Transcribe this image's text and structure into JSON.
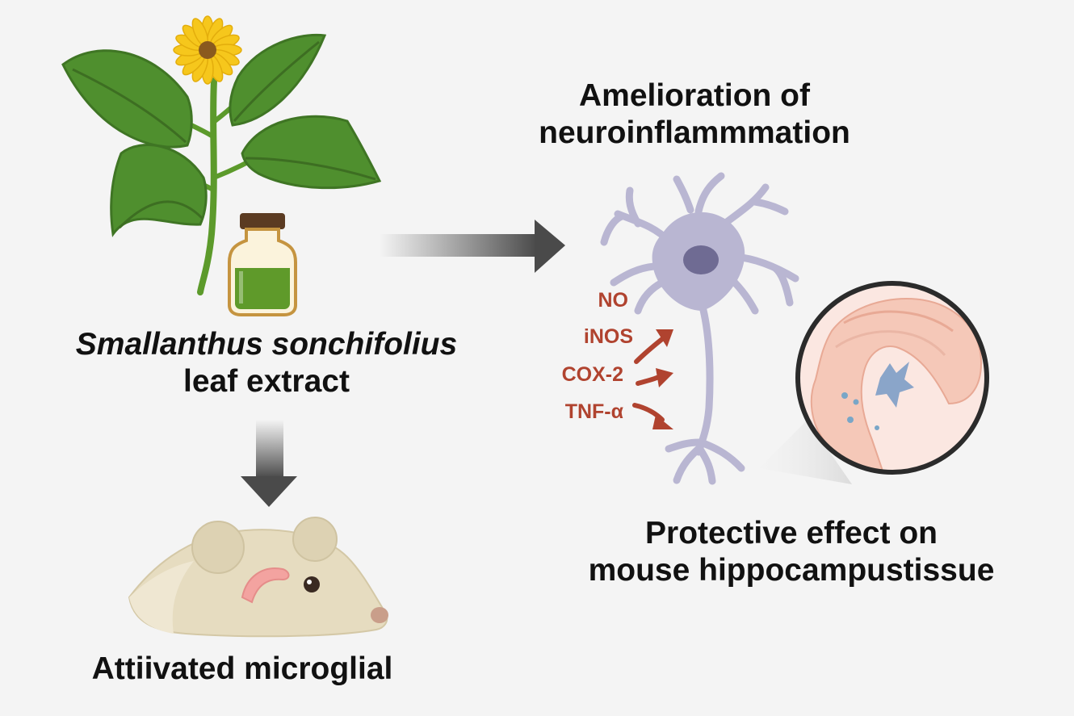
{
  "plant": {
    "caption_line1": "Smallanthus sonchifolius",
    "caption_line2": "leaf extract"
  },
  "headline": {
    "line1": "Amelioration of",
    "line2": "neuroinflammmation"
  },
  "markers": [
    "NO",
    "iNOS",
    "COX-2",
    "TNF-α"
  ],
  "protective": {
    "line1": "Protective effect on",
    "line2": "mouse hippocampustissue"
  },
  "microglia": {
    "caption": "Attiivated microglial"
  },
  "colors": {
    "background": "#f4f4f4",
    "leaf": "#4f8f2e",
    "flower": "#f6c71c",
    "extract": "#5f9a2a",
    "neuron": "#b9b6d2",
    "marker_red": "#b0432f",
    "arrow_gray": "#555555",
    "mouse": "#e6dcc0"
  },
  "icons": [
    "plant-icon",
    "flower-icon",
    "extract-bottle-icon",
    "arrow-right-icon",
    "arrow-down-icon",
    "neuron-icon",
    "hippocampus-magnifier-icon",
    "mouse-icon"
  ]
}
